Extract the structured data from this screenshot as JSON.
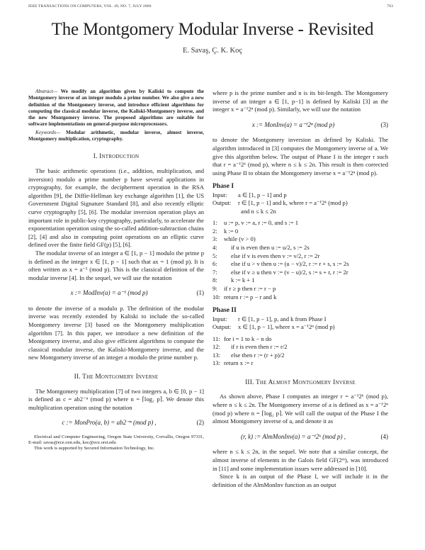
{
  "header": {
    "journal": "IEEE TRANSACTIONS ON COMPUTERS, VOL. 49, NO. 7, JULY 2000",
    "page_number": "763"
  },
  "title": "The Montgomery Modular Inverse - Revisited",
  "authors": "E. Savaş, Ç. K. Koç",
  "abstract": {
    "label": "Abstract—",
    "text": " We modify an algorithm given by Kaliski to compute the Montgomery inverse of an integer modulo a prime number. We also give a new definition of the Montgomery inverse, and introduce efficient algorithms for computing the classical modular inverse, the Kaliski-Montgomery inverse, and the new Montgomery inverse. The proposed algorithms are suitable for software implementations on general-purpose microprocessors."
  },
  "keywords": {
    "label": "Keywords—",
    "text": " Modular arithmetic, modular inverse, almost inverse, Montgomery multiplication, cryptography."
  },
  "sections": {
    "intro": {
      "heading": "I. Introduction",
      "p1": "The basic arithmetic operations (i.e., addition, multiplication, and inversion) modulo a prime number p have several applications in cryptography, for example, the decipherment operation in the RSA algorithm [9], the Diffie-Hellman key exchange algorithm [1], the US Government Digital Signature Standard [8], and also recently elliptic curve cryptography [5], [6]. The modular inversion operation plays an important role in public-key cryptography, particularly, to accelerate the exponentiation operation using the so-called addition-subtraction chains [2], [4] and also in computing point operations on an elliptic curve defined over the finite field GF(p) [5], [6].",
      "p2": "The modular inverse of an integer a ∈ [1, p − 1] modulo the prime p is defined as the integer x ∈ [1, p − 1] such that ax = 1 (mod p). It is often written as x = a⁻¹ (mod p). This is the classical definition of the modular inverse [4]. In the sequel, we will use the notation",
      "eq1": "x := ModInv(a) = a⁻¹   (mod p)",
      "eq1_num": "(1)",
      "p3": "to denote the inverse of a modulo p. The definition of the modular inverse was recently extended by Kaliski to include the so-called Montgomery inverse [3] based on the Montgomery multiplication algorithm [7]. In this paper, we introduce a new definition of the Montgomery inverse, and also give efficient algorithms to compute the classical modular inverse, the Kaliski-Montgomery inverse, and the new Montgomery inverse of an integer a modulo the prime number p."
    },
    "montgomery": {
      "heading": "II. The Montgomery Inverse",
      "p1": "The Montgomery multiplication [7] of two integers a, b ∈ [0, p − 1] is defined as c = ab2⁻ⁿ (mod p) where n = ⌈log₂ p⌉. We denote this multiplication operation using the notation",
      "eq2": "c := MonPro(a, b) = ab2⁻ⁿ   (mod p) ,",
      "eq2_num": "(2)",
      "p2": "where p is the prime number and n is its bit-length. The Montgomery inverse of an integer a ∈ [1, p−1] is defined by Kaliski [3] as the integer x = a⁻¹2ⁿ (mod p). Similarly, we will use the notation",
      "eq3": "x := MonInv(a) = a⁻¹2ⁿ   (mod p)",
      "eq3_num": "(3)",
      "p3": "to denote the Montgomery inversion as defined by Kaliski. The algorithm introduced in [3] computes the Montgomery inverse of a. We give this algorithm below. The output of Phase I is the integer r such that r = a⁻¹2ᵏ (mod p), where n ≤ k ≤ 2n. This result is then corrected using Phase II to obtain the Montgomery inverse x = a⁻¹2ⁿ (mod p)."
    },
    "almost": {
      "heading": "III. The Almost Montgomery Inverse",
      "p1": "As shown above, Phase I computes an integer r = a⁻¹2ᵏ (mod p), where n ≤ k ≤ 2n. The Montgomery inverse of a is defined as x = a⁻¹2ⁿ (mod p) where n = ⌈log₂ p⌉. We will call the output of the Phase I the almost Montgomery inverse of a, and denote it as",
      "eq4": "(r, k) := AlmMonInv(a) = a⁻¹2ᵏ   (mod p) ,",
      "eq4_num": "(4)",
      "p2": "where n ≤ k ≤ 2n, in the sequel. We note that a similar concept, the almost inverse of elements in the Galois field GF(2ᵐ), was introduced in [11] and some implementation issues were addressed in [10].",
      "p3": "Since k is an output of the Phase I, we will include it in the definition of the AlmMonInv function as an output"
    }
  },
  "phase1": {
    "title": "Phase I",
    "input_label": "Input:",
    "input": "a ∈ [1, p − 1] and p",
    "output_label": "Output:",
    "output": "r ∈ [1, p − 1] and k, where r = a⁻¹2ᵏ   (mod p)",
    "output_cont": "and n ≤ k ≤ 2n",
    "lines": [
      {
        "num": "1:",
        "indent": 0,
        "text": "u := p, v := a, r := 0, and s := 1"
      },
      {
        "num": "2:",
        "indent": 0,
        "text": "k := 0"
      },
      {
        "num": "3:",
        "indent": 0,
        "text": "while (v > 0)"
      },
      {
        "num": "4:",
        "indent": 1,
        "text": "if u is even then u := u/2, s := 2s"
      },
      {
        "num": "5:",
        "indent": 1,
        "text": "else if v is even then v := v/2, r := 2r"
      },
      {
        "num": "6:",
        "indent": 1,
        "text": "else if u > v then u := (u − v)/2, r := r + s, s := 2s"
      },
      {
        "num": "7:",
        "indent": 1,
        "text": "else if v ≥ u then v := (v − u)/2, s := s + r, r := 2r"
      },
      {
        "num": "8:",
        "indent": 1,
        "text": "k := k + 1"
      },
      {
        "num": "9:",
        "indent": 0,
        "text": "if r ≥ p then r := r − p"
      },
      {
        "num": "10:",
        "indent": 0,
        "text": "return r := p − r and k"
      }
    ]
  },
  "phase2": {
    "title": "Phase II",
    "input_label": "Input:",
    "input": "r ∈ [1, p − 1], p, and k from Phase I",
    "output_label": "Output:",
    "output": "x ∈ [1, p − 1], where x = a⁻¹2ⁿ   (mod p)",
    "lines": [
      {
        "num": "11:",
        "indent": 0,
        "text": "for i = 1 to k − n do"
      },
      {
        "num": "12:",
        "indent": 1,
        "text": "if r is even then r := r/2"
      },
      {
        "num": "13:",
        "indent": 1,
        "text": "else then r := (r + p)/2"
      },
      {
        "num": "13:",
        "indent": 0,
        "text": "return x := r"
      }
    ]
  },
  "footnotes": {
    "affiliation": "Electrical and Computer Engineering, Oregon State University, Corvallis, Oregon 97331, E-mail: savas@ece.orst.edu, koc@ece.orst.edu",
    "support": "This work is supported by Secured Information Technology, Inc."
  },
  "colors": {
    "citation_underline": "#7fb3e6",
    "text": "#222222"
  }
}
